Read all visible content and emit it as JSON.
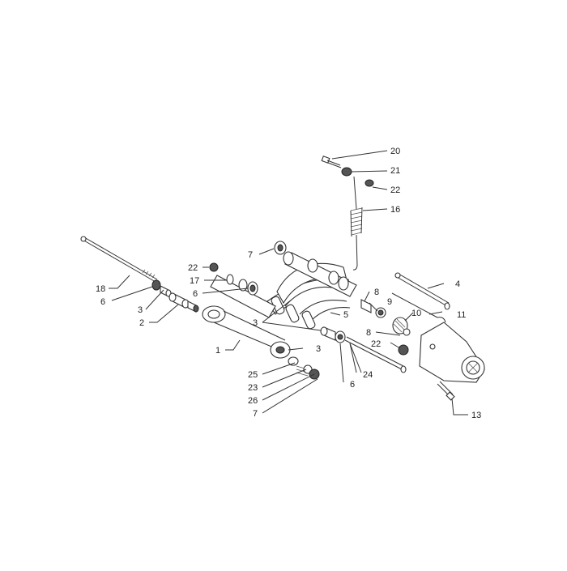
{
  "diagram": {
    "callouts": [
      {
        "id": "c20",
        "label": "20"
      },
      {
        "id": "c21",
        "label": "21"
      },
      {
        "id": "c22a",
        "label": "22"
      },
      {
        "id": "c16",
        "label": "16"
      },
      {
        "id": "c7a",
        "label": "7"
      },
      {
        "id": "c22b",
        "label": "22"
      },
      {
        "id": "c17",
        "label": "17"
      },
      {
        "id": "c18",
        "label": "18"
      },
      {
        "id": "c6a",
        "label": "6"
      },
      {
        "id": "c6b",
        "label": "6"
      },
      {
        "id": "c3a",
        "label": "3"
      },
      {
        "id": "c2",
        "label": "2"
      },
      {
        "id": "c4",
        "label": "4"
      },
      {
        "id": "c8a",
        "label": "8"
      },
      {
        "id": "c9",
        "label": "9"
      },
      {
        "id": "c5",
        "label": "5"
      },
      {
        "id": "c10",
        "label": "10"
      },
      {
        "id": "c11",
        "label": "11"
      },
      {
        "id": "c3b",
        "label": "3"
      },
      {
        "id": "c8b",
        "label": "8"
      },
      {
        "id": "c22c",
        "label": "22"
      },
      {
        "id": "c1",
        "label": "1"
      },
      {
        "id": "c3c",
        "label": "3"
      },
      {
        "id": "c24",
        "label": "24"
      },
      {
        "id": "c6c",
        "label": "6"
      },
      {
        "id": "c25",
        "label": "25"
      },
      {
        "id": "c23",
        "label": "23"
      },
      {
        "id": "c26",
        "label": "26"
      },
      {
        "id": "c7b",
        "label": "7"
      },
      {
        "id": "c13",
        "label": "13"
      }
    ]
  }
}
